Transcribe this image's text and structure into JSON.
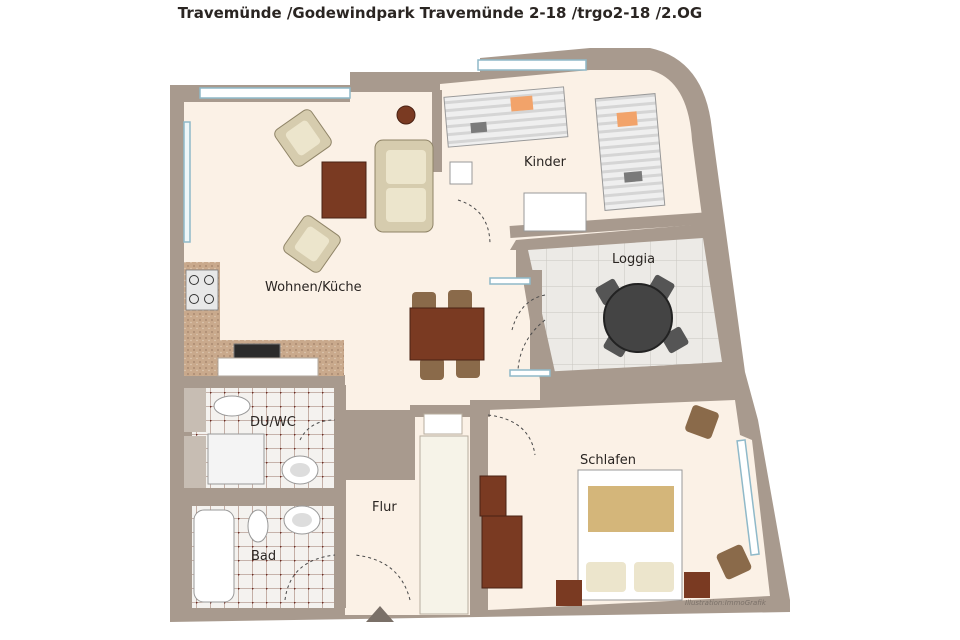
{
  "title": "Travemünde /Godewindpark Travemünde 2-18 /trgo2-18 /2.OG",
  "rooms": {
    "wohnen": "Wohnen/Küche",
    "kinder": "Kinder",
    "loggia": "Loggia",
    "duwc": "DU/WC",
    "flur": "Flur",
    "schlafen": "Schlafen",
    "bad": "Bad"
  },
  "credit": "Illustration:ImmoGrafik",
  "colors": {
    "wall": "#a89a8e",
    "floor": "#fbf1e6",
    "tile": "#ece9e4",
    "sofa": "#d6ccae",
    "wood": "#7a3a22"
  }
}
